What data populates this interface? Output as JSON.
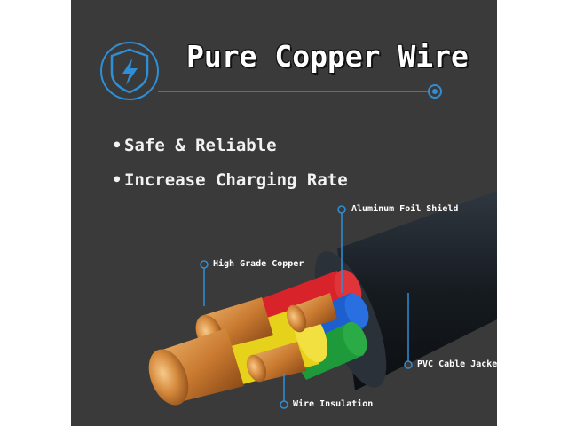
{
  "title": "Pure Copper Wire",
  "bullets": [
    "Safe & Reliable",
    "Increase Charging Rate"
  ],
  "callouts": {
    "foil": "Aluminum Foil Shield",
    "copper": "High Grade Copper",
    "jacket": "PVC Cable Jacket",
    "insulation": "Wire Insulation"
  },
  "colors": {
    "background": "#3a3a3b",
    "accent": "#2e8fd6",
    "jacket": "#1c2228",
    "copper": "#d48a3c",
    "red": "#d8232a",
    "yellow": "#e6d21a",
    "blue": "#1e5fd0",
    "green": "#1f9a3a"
  },
  "icons": [
    "shield-lightning-icon"
  ]
}
